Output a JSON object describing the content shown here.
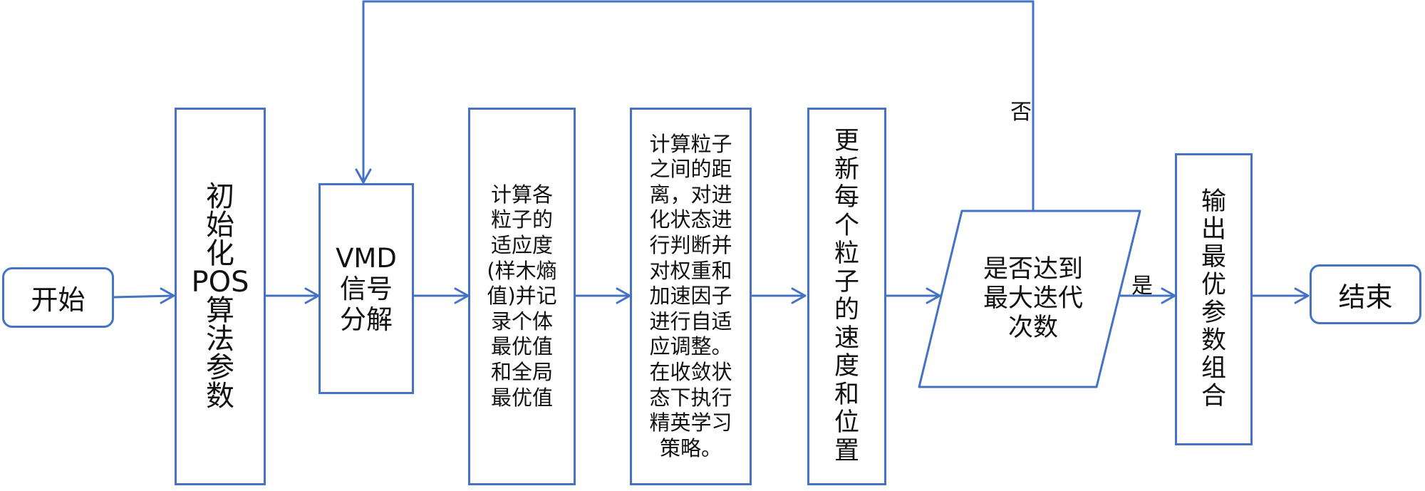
{
  "diagram": {
    "start_label": "开始",
    "init_params": "初\n始\n化\nPOS\n算\n法\n参\n数",
    "vmd_decompose": "VMD\n信号\n分解",
    "fitness": "计算各\n粒子的\n适应度\n(样木熵\n值)并记\n录个体\n最优值\n和全局\n最优值",
    "distance": "计算粒子\n之间的距\n离，对进\n化状态进\n行判断并\n对权重和\n加速因子\n进行自适\n应调整。\n在收敛状\n态下执行\n精英学习\n策略。",
    "update": "更\n新\n每\n个\n粒\n子\n的\n速\n度\n和\n位\n置",
    "decision": "是否达到\n最大迭代\n次数",
    "no_label": "否",
    "yes_label": "是",
    "output": "输\n出\n最\n优\n参\n数\n组\n合",
    "end_label": "结束"
  },
  "colors": {
    "stroke": "#4472c4",
    "text": "#111111",
    "background": "#ffffff"
  }
}
